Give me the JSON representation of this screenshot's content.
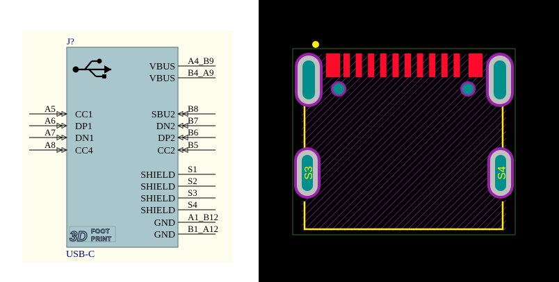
{
  "schematic": {
    "designator": "J?",
    "part_name": "USB-C",
    "logo_text": "3D FOOT PRINT",
    "colors": {
      "sheet": "#fdfdee",
      "body": "#a9c6cc",
      "outline": "#5a6e74",
      "pin": "#000000",
      "label": "#000000",
      "designator": "#000080",
      "pin_number": "#000000"
    },
    "right_pins": [
      {
        "name": "VBUS",
        "number": "A4_B9",
        "arrow": false
      },
      {
        "name": "VBUS",
        "number": "B4_A9",
        "arrow": false
      },
      {
        "name": "SBU2",
        "number": "B8",
        "arrow": true
      },
      {
        "name": "DN2",
        "number": "B7",
        "arrow": true
      },
      {
        "name": "DP2",
        "number": "B6",
        "arrow": true
      },
      {
        "name": "CC2",
        "number": "B5",
        "arrow": true
      },
      {
        "name": "SHIELD",
        "number": "S1",
        "arrow": false
      },
      {
        "name": "SHIELD",
        "number": "S2",
        "arrow": false
      },
      {
        "name": "SHIELD",
        "number": "S3",
        "arrow": false
      },
      {
        "name": "SHIELD",
        "number": "S4",
        "arrow": false
      },
      {
        "name": "GND",
        "number": "A1_B12",
        "arrow": false
      },
      {
        "name": "GND",
        "number": "B1_A12",
        "arrow": false
      }
    ],
    "left_pins": [
      {
        "name": "CC1",
        "number": "A5"
      },
      {
        "name": "DP1",
        "number": "A6"
      },
      {
        "name": "DN1",
        "number": "A7"
      },
      {
        "name": "CC4",
        "number": "A8"
      }
    ]
  },
  "pcb": {
    "colors": {
      "background": "#000000",
      "board_edge": "#2e6b1f",
      "courtyard": "#8a2090",
      "hatch": "#a020b0",
      "silkscreen": "#ffee00",
      "pad": "#ff0a2a",
      "slot_outer": "#c0c0c0",
      "slot_inner": "#008f8a",
      "slot_ring": "#9a22aa",
      "pin1_marker": "#ffee00",
      "label_text": "#ffee00"
    },
    "signal_pad_count": 12,
    "side_pads": [
      {
        "label": "S3"
      },
      {
        "label": "S4"
      }
    ]
  }
}
